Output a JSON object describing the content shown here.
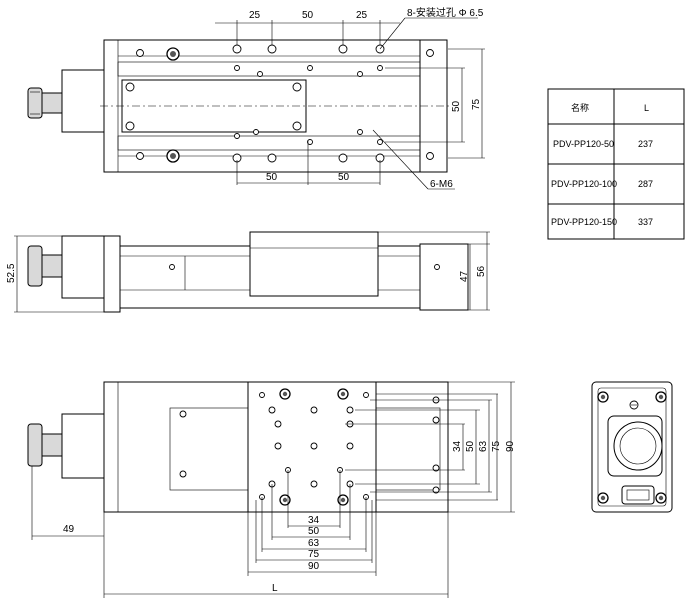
{
  "top_view": {
    "dims_top": [
      "25",
      "50",
      "25"
    ],
    "hole_note": "8-安装过孔 Φ 6.5",
    "dims_bottom": [
      "50",
      "50"
    ],
    "thread_note": "6-M6",
    "dims_right": [
      "50",
      "75"
    ]
  },
  "side_view": {
    "dim_left": "52.5",
    "dims_right": [
      "47",
      "56"
    ]
  },
  "bottom_view": {
    "dims_right": [
      "34",
      "50",
      "63",
      "75",
      "90"
    ],
    "dims_bottom": [
      "34",
      "50",
      "63",
      "75",
      "90"
    ],
    "dim_49": "49",
    "dim_L": "L"
  },
  "table": {
    "headers": [
      "名称",
      "L"
    ],
    "rows": [
      {
        "name": "PDV-PP120-50",
        "L": "237"
      },
      {
        "name": "PDV-PP120-100",
        "L": "287"
      },
      {
        "name": "PDV-PP120-150",
        "L": "337"
      }
    ]
  }
}
